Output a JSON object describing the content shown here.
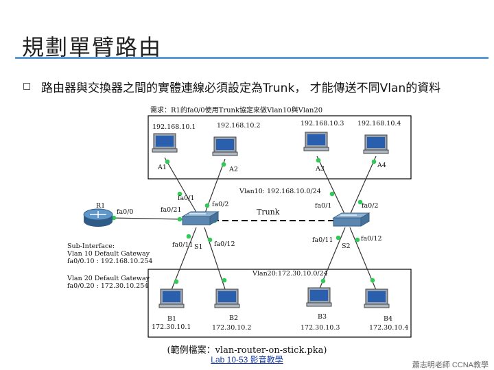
{
  "slide": {
    "title": "規劃單臂路由",
    "bullet": "路由器與交換器之間的實體連線必須設定為Trunk， 才能傳送不同Vlan的資料",
    "caption": "(範例檔案：vlan-router-on-stick.pka)",
    "lab_link": "Lab 10-53 影音教學",
    "footer": "蕭志明老師 CCNA教學"
  },
  "diagram": {
    "requirement": "需求：R1的fa0/0使用Trunk協定來做Vlan10與Vlan20",
    "vlan10_label": "Vlan10: 192.168.10.0/24",
    "vlan20_label": "Vlan20:172.30.10.0/24",
    "trunk_label": "Trunk",
    "router": {
      "name": "R1",
      "port": "fa0/0",
      "sub_title": "Sub-Interface:",
      "sub_lines": [
        "Vlan 10 Default Gateway",
        "fa0/0.10 : 192.168.10.254",
        "Vlan 20 Default Gateway",
        "fa0/0.20 : 172.30.10.254"
      ]
    },
    "switch1": {
      "name": "S1",
      "ports": [
        "fa0/1",
        "fa0/21",
        "fa0/2",
        "fa0/11",
        "fa0/12"
      ]
    },
    "switch2": {
      "name": "S2",
      "ports": [
        "fa0/1",
        "fa0/2",
        "fa0/11",
        "fa0/12"
      ]
    },
    "top_hosts": [
      {
        "name": "A1",
        "ip": "192.168.10.1"
      },
      {
        "name": "A2",
        "ip": "192.168.10.2"
      },
      {
        "name": "A3",
        "ip": "192.168.10.3"
      },
      {
        "name": "A4",
        "ip": "192.168.10.4"
      }
    ],
    "bottom_hosts": [
      {
        "name": "B1",
        "ip": "172.30.10.1"
      },
      {
        "name": "B2",
        "ip": "172.30.10.2"
      },
      {
        "name": "B3",
        "ip": "172.30.10.3"
      },
      {
        "name": "B4",
        "ip": "172.30.10.4"
      }
    ]
  }
}
